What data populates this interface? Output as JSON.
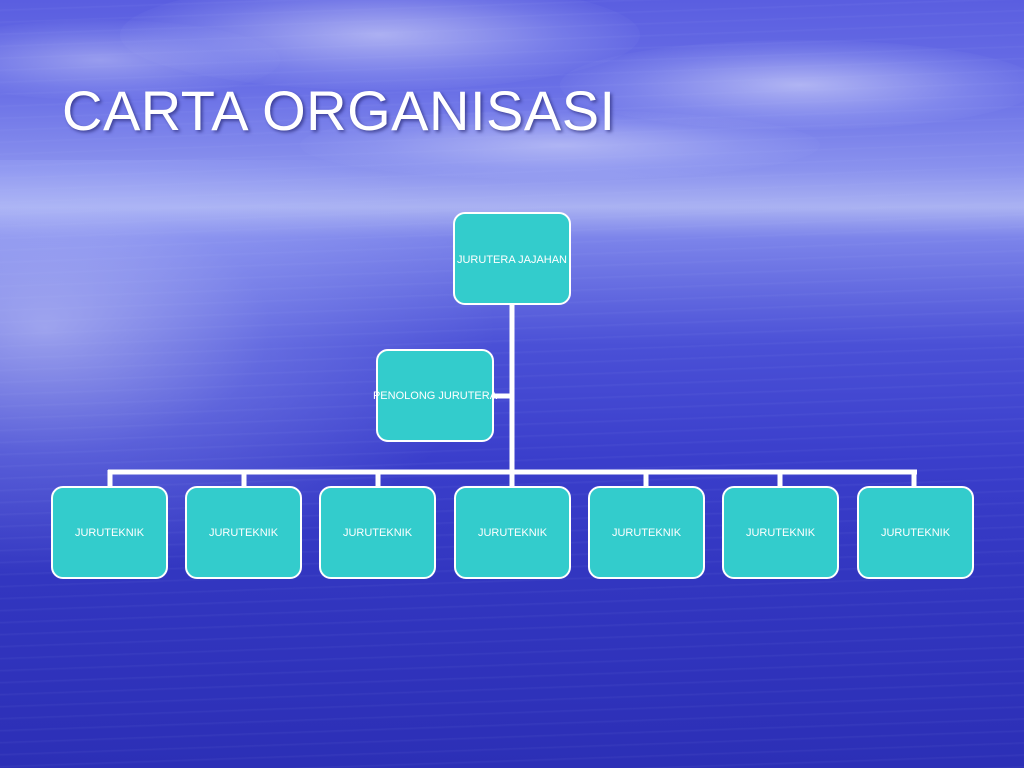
{
  "slide": {
    "title": "CARTA ORGANISASI"
  },
  "org_chart": {
    "root": {
      "label": "JURUTERA JAJAHAN"
    },
    "assistant": {
      "label": "PENOLONG JURUTERA"
    },
    "children": [
      {
        "label": "JURUTEKNIK"
      },
      {
        "label": "JURUTEKNIK"
      },
      {
        "label": "JURUTEKNIK"
      },
      {
        "label": "JURUTEKNIK"
      },
      {
        "label": "JURUTEKNIK"
      },
      {
        "label": "JURUTEKNIK"
      },
      {
        "label": "JURUTEKNIK"
      }
    ]
  },
  "colors": {
    "box_fill": "#33cccc",
    "box_border": "#ffffff",
    "connector": "#ffffff",
    "title_text": "#ffffff"
  }
}
